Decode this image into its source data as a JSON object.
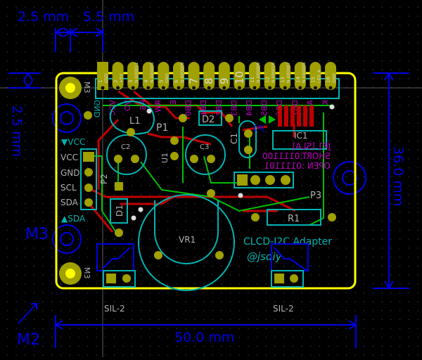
{
  "dimensions": {
    "top_left": "2.5 mm",
    "top_right": "5.5 mm",
    "left_vertical": "2.5 mm",
    "right_vertical": "36.0 mm",
    "bottom": "50.0 mm"
  },
  "mounting_labels": {
    "m3": "M3",
    "m2": "M2",
    "m3_silk_top": "M3",
    "m3_silk_bottom": "M3"
  },
  "header": {
    "ref": "P1",
    "pins": [
      {
        "num": "1",
        "net": "GND"
      },
      {
        "num": "2",
        "net": "+5V"
      },
      {
        "num": "3",
        "net": "N-000011"
      },
      {
        "num": "4",
        "net": "N-000005"
      },
      {
        "num": "5",
        "net": "GND"
      },
      {
        "num": "6",
        "net": "N-000009"
      },
      {
        "num": "7",
        "net": ""
      },
      {
        "num": "8",
        "net": ""
      },
      {
        "num": "9",
        "net": ""
      },
      {
        "num": "10",
        "net": ""
      },
      {
        "num": "11",
        "net": "N-000006"
      },
      {
        "num": "12",
        "net": "N-000010"
      },
      {
        "num": "13",
        "net": "N-000007"
      },
      {
        "num": "14",
        "net": "N-000008"
      },
      {
        "num": "15",
        "net": "LED_A"
      },
      {
        "num": "16",
        "net": "GND"
      }
    ],
    "back_labels": [
      "GND",
      "VCC",
      "VO",
      "RS",
      "RW",
      "E",
      "DB0",
      "DB1",
      "DB2",
      "DB3",
      "DB4",
      "DB5",
      "DB6",
      "DB7",
      "A",
      "K"
    ]
  },
  "components": {
    "l1": "L1",
    "d2": "D2",
    "c1": "C1",
    "c2": "C2",
    "c3": "C3",
    "u1": "U1",
    "ic1": "IC1",
    "jp1": "JP1",
    "p2": "P2",
    "p3": "P3",
    "d1": "D1",
    "r1": "R1",
    "vr1": "VR1",
    "sil_left": "SIL-2",
    "sil_right": "SIL-2"
  },
  "p2_labels": {
    "vcc_arrow": "▼VCC",
    "pins": [
      "VCC",
      "GND",
      "SCL",
      "SDA"
    ],
    "sda_arrow": "▲SDA"
  },
  "jp1_note": {
    "title": "JP1 [SLA]",
    "short": "SHORT:0111100",
    "open": "OPEN :0111101"
  },
  "board_text": {
    "title": "CLCD-I2C Adapter",
    "author": "@jsdiy"
  },
  "colors": {
    "outline": "#ffff00",
    "pad": "#a0a000",
    "front_copper": "#c00000",
    "back_copper": "#00c000",
    "silkscreen": "#00b4b4",
    "dimension": "#0000e6",
    "back_silk": "#c000c0"
  }
}
